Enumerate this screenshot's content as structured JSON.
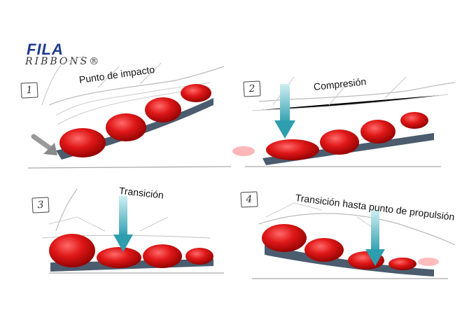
{
  "brand": {
    "logo_text": "FILA",
    "sub_logo_text": "RIBBONS®",
    "colors": {
      "navy": "#1f3b8f",
      "red": "#d8232a"
    }
  },
  "panels": [
    {
      "step": "1",
      "caption": "Punto de impacto"
    },
    {
      "step": "2",
      "caption": "Compresión"
    },
    {
      "step": "3",
      "caption": "Transición"
    },
    {
      "step": "4",
      "caption": "Transición hasta punto de propulsión"
    }
  ],
  "colors": {
    "pod_red": "#e01818",
    "pod_dark": "#8c0000",
    "sole_blue": "#2a3f55",
    "arrow_teal": "#3aa6b4",
    "arrow_gray": "#9a9a9a"
  },
  "icons": {
    "arrow_down": "down-arrow-icon",
    "arrow_diag": "impact-arrow-icon"
  }
}
